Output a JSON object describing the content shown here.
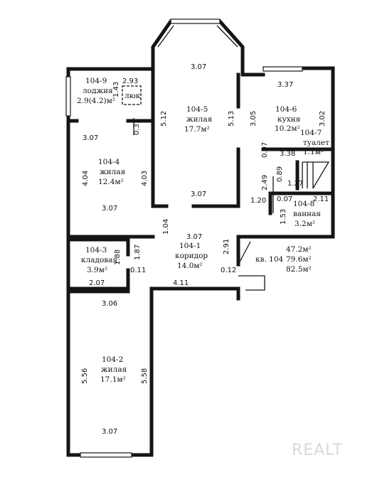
{
  "rooms": [
    {
      "id": "loggia",
      "number": "104-9",
      "name": "лоджия",
      "area": "2.9(4.2)м²"
    },
    {
      "id": "room4",
      "number": "104-4",
      "name": "жилая",
      "area": "12.4м²"
    },
    {
      "id": "room5",
      "number": "104-5",
      "name": "жилая",
      "area": "17.7м²"
    },
    {
      "id": "kitchen",
      "number": "104-6",
      "name": "кухня",
      "area": "10.2м²"
    },
    {
      "id": "toilet",
      "number": "104-7",
      "name": "туалет",
      "area": "1.1м²"
    },
    {
      "id": "bath",
      "number": "104-8",
      "name": "ванная",
      "area": "3.2м²"
    },
    {
      "id": "corridor",
      "number": "104-1",
      "name": "коридор",
      "area": "14.0м²"
    },
    {
      "id": "pantry",
      "number": "104-3",
      "name": "кладовая",
      "area": "3.9м²"
    },
    {
      "id": "room2",
      "number": "104-2",
      "name": "жилая",
      "area": "17.1м²"
    }
  ],
  "hatch_label": "люк",
  "apartment": {
    "label": "кв. 104",
    "areas": [
      "47.2м²",
      "79.6м²",
      "82.5м²"
    ]
  },
  "dimensions": {
    "d_293": "2.93",
    "d_143": "1.43",
    "d_307a": "3.07",
    "d_031": "0.31",
    "d_307b": "3.07",
    "d_512": "5.12",
    "d_513": "5.13",
    "d_337": "3.37",
    "d_305": "3.05",
    "d_302": "3.02",
    "d_007a": "0.07",
    "d_338": "3.38",
    "d_404": "4.04",
    "d_403": "4.03",
    "d_307c": "3.07",
    "d_249": "2.49",
    "d_089": "0.89",
    "d_127": "1.27",
    "d_120": "1.20",
    "d_007b": "0.07",
    "d_211": "2.11",
    "d_153": "1.53",
    "d_307d": "3.07",
    "d_104": "1.04",
    "d_307e": "3.07",
    "d_291": "2.91",
    "d_188": "1.88",
    "d_187": "1.87",
    "d_011": "0.11",
    "d_012": "0.12",
    "d_207": "2.07",
    "d_411": "4.11",
    "d_306": "3.06",
    "d_556": "5.56",
    "d_558": "5.58",
    "d_307f": "3.07"
  },
  "watermark": "REALT"
}
